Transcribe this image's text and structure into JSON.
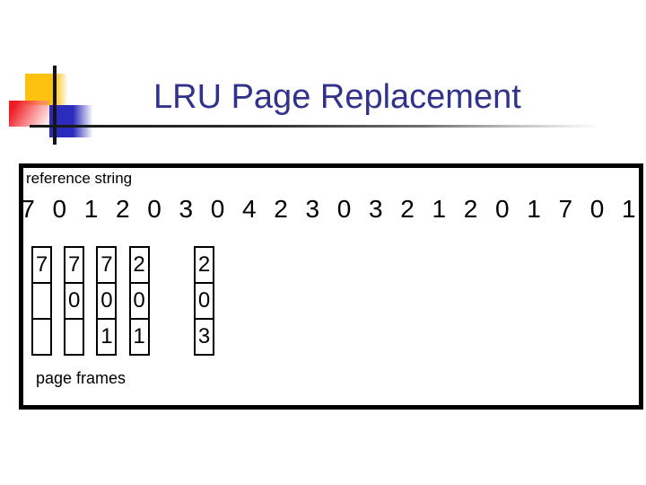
{
  "title": "LRU Page Replacement",
  "figure": {
    "reference_string_label": "reference string",
    "reference_string": [
      "7",
      "0",
      "1",
      "2",
      "0",
      "3",
      "0",
      "4",
      "2",
      "3",
      "0",
      "3",
      "2",
      "1",
      "2",
      "0",
      "1",
      "7",
      "0",
      "1"
    ],
    "page_frames_label": "page frames",
    "frame_states": [
      {
        "under_reference_index": 0,
        "frames": [
          "7",
          "",
          ""
        ]
      },
      {
        "under_reference_index": 1,
        "frames": [
          "7",
          "0",
          ""
        ]
      },
      {
        "under_reference_index": 2,
        "frames": [
          "7",
          "0",
          "1"
        ]
      },
      {
        "under_reference_index": 3,
        "frames": [
          "2",
          "0",
          "1"
        ]
      },
      {
        "under_reference_index": 5,
        "frames": [
          "2",
          "0",
          "3"
        ]
      }
    ]
  },
  "colors": {
    "title_text": "#32328c",
    "accent_yellow": "#fdc20f",
    "accent_red": "#ee1c25",
    "accent_blue": "#2b2bbd",
    "figure_border": "#000000"
  }
}
